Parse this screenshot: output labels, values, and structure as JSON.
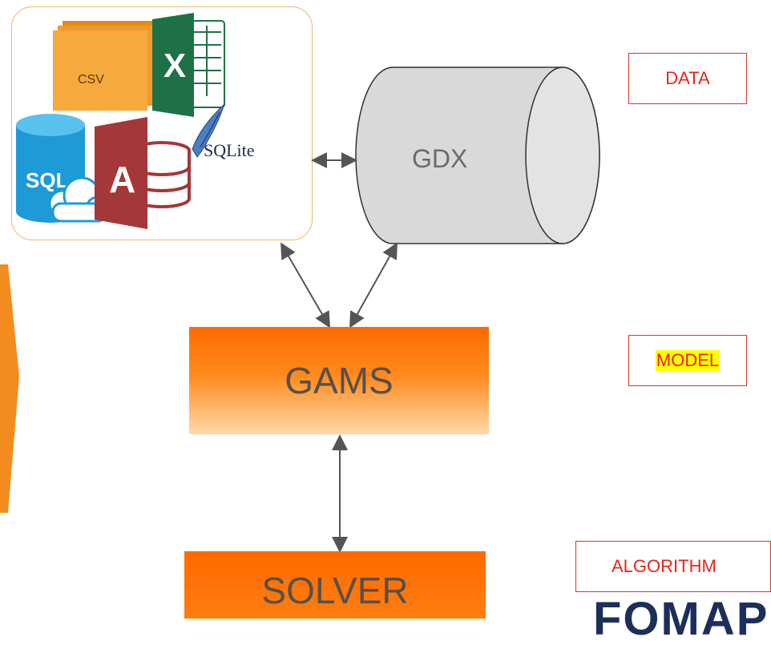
{
  "data_sources": {
    "csv_label": "CSV",
    "excel_label": "X",
    "sql_label": "SQL",
    "access_label": "A",
    "sqlite_label": "SQLite"
  },
  "gdx": {
    "label": "GDX"
  },
  "gams": {
    "label": "GAMS"
  },
  "solver": {
    "label": "SOLVER"
  },
  "tags": {
    "data": "DATA",
    "model": "MODEL",
    "algorithm": "ALGORITHM"
  },
  "watermark": {
    "text": "FOMAP"
  },
  "colors": {
    "orange_top": "#ff6a00",
    "orange_bottom": "#ffd9a8",
    "tag_red": "#e8241b",
    "highlight": "#ffff00",
    "cylinder_fill": "#d9d9d9",
    "excel_green": "#1e7145",
    "access_red": "#a4373a",
    "sql_blue": "#1e9bd7"
  },
  "icons": [
    "csv-icon",
    "excel-icon",
    "sql-cloud-icon",
    "access-icon",
    "sqlite-feather-icon"
  ]
}
